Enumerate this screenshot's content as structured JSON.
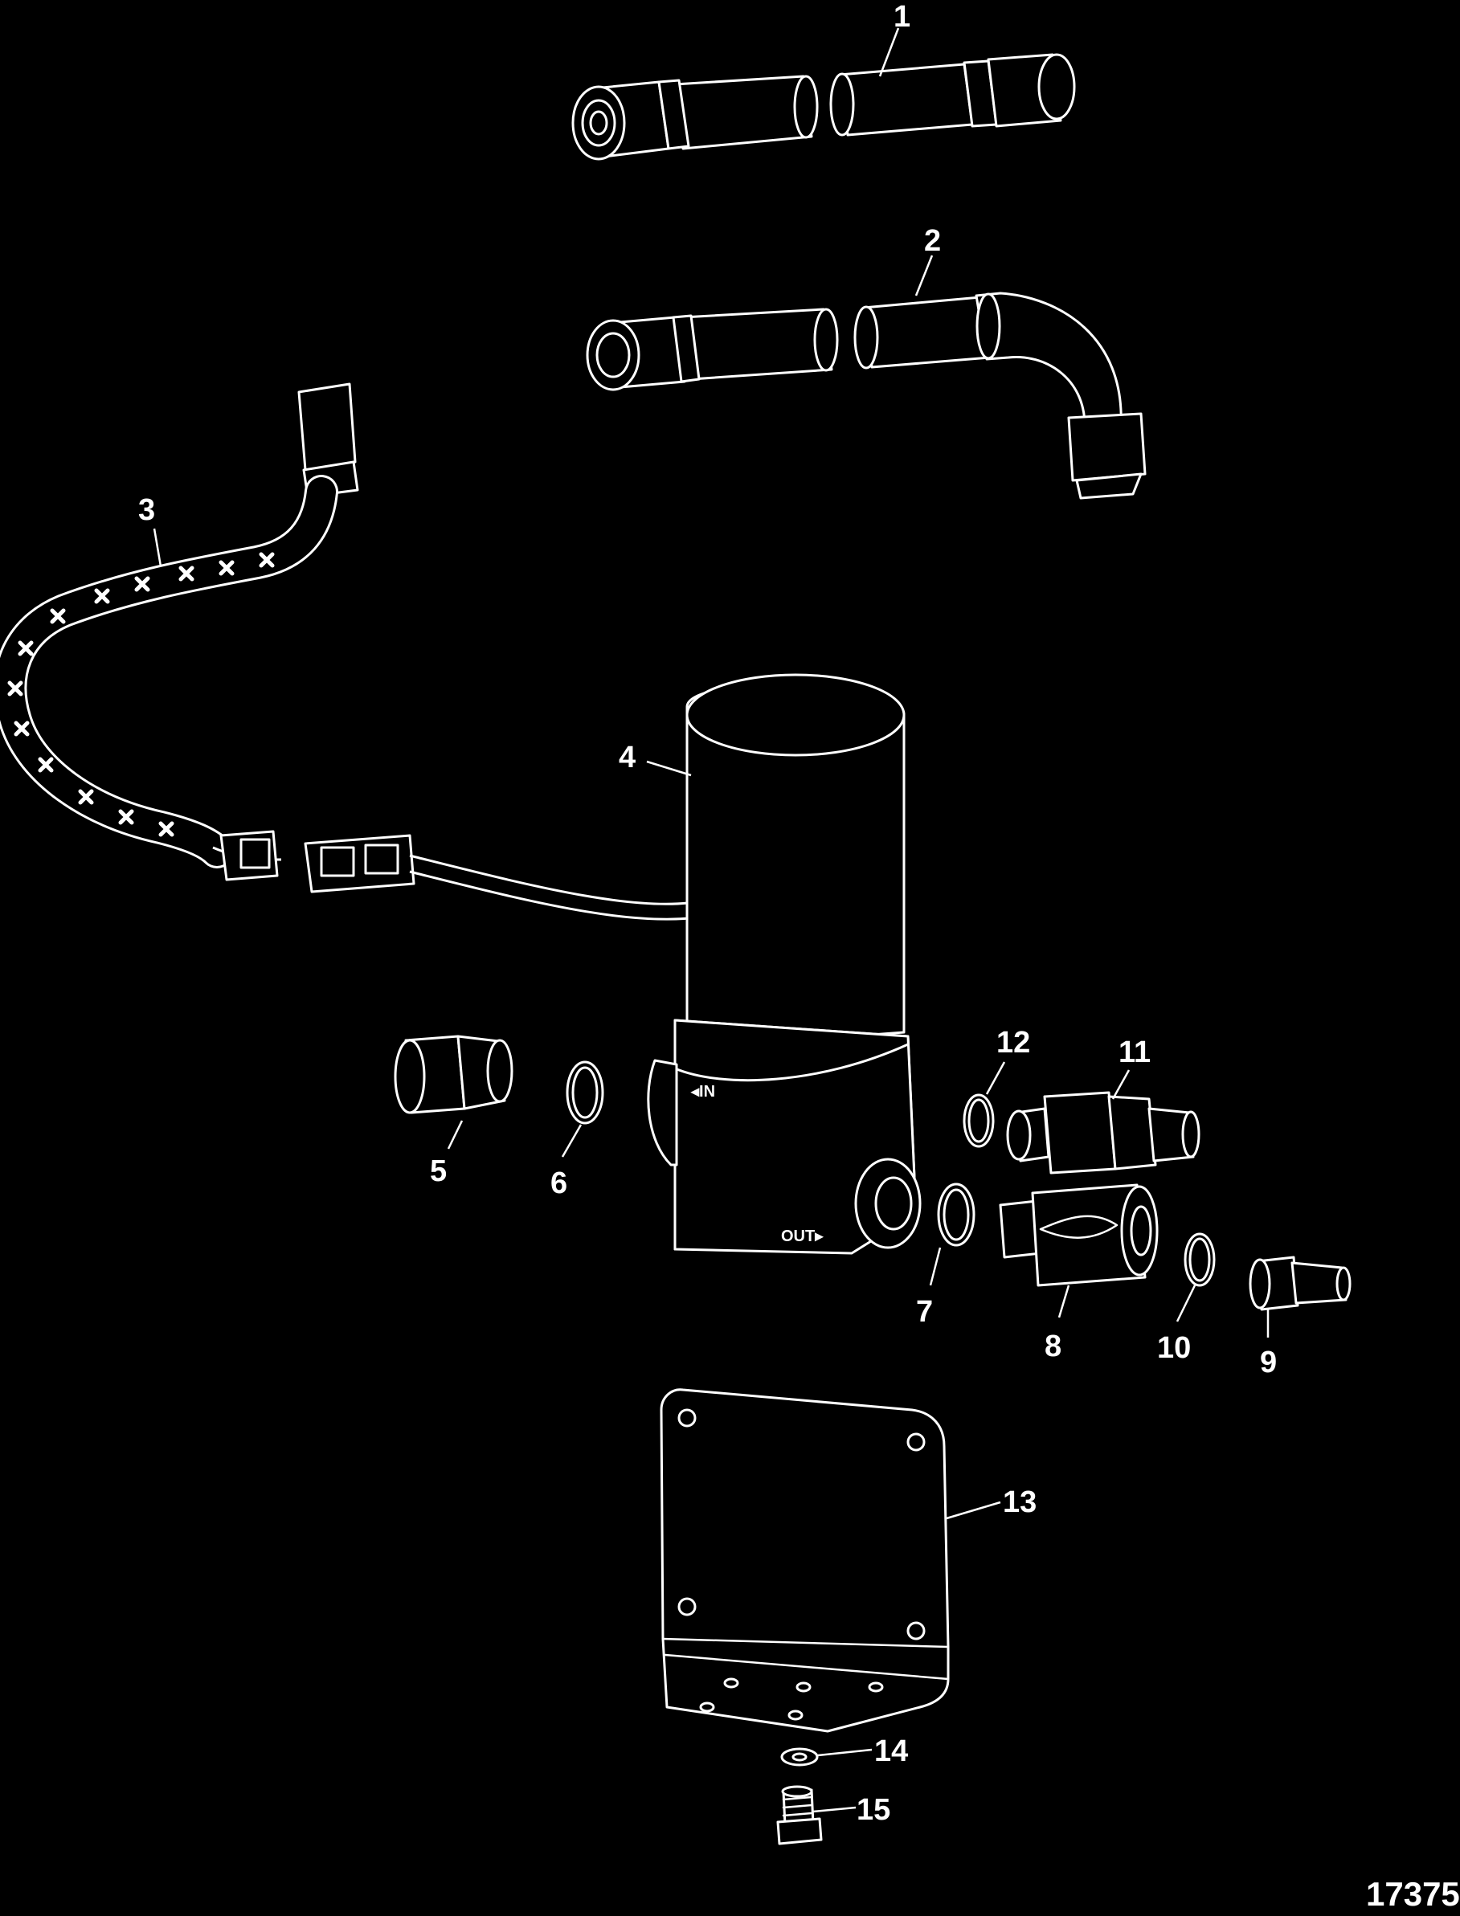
{
  "figure_number": "17375",
  "callouts": [
    "1",
    "2",
    "3",
    "4",
    "5",
    "6",
    "7",
    "8",
    "9",
    "10",
    "11",
    "12",
    "13",
    "14",
    "15"
  ],
  "housing_stamps": {
    "inlet": "◂IN",
    "outlet": "OUT▸"
  }
}
